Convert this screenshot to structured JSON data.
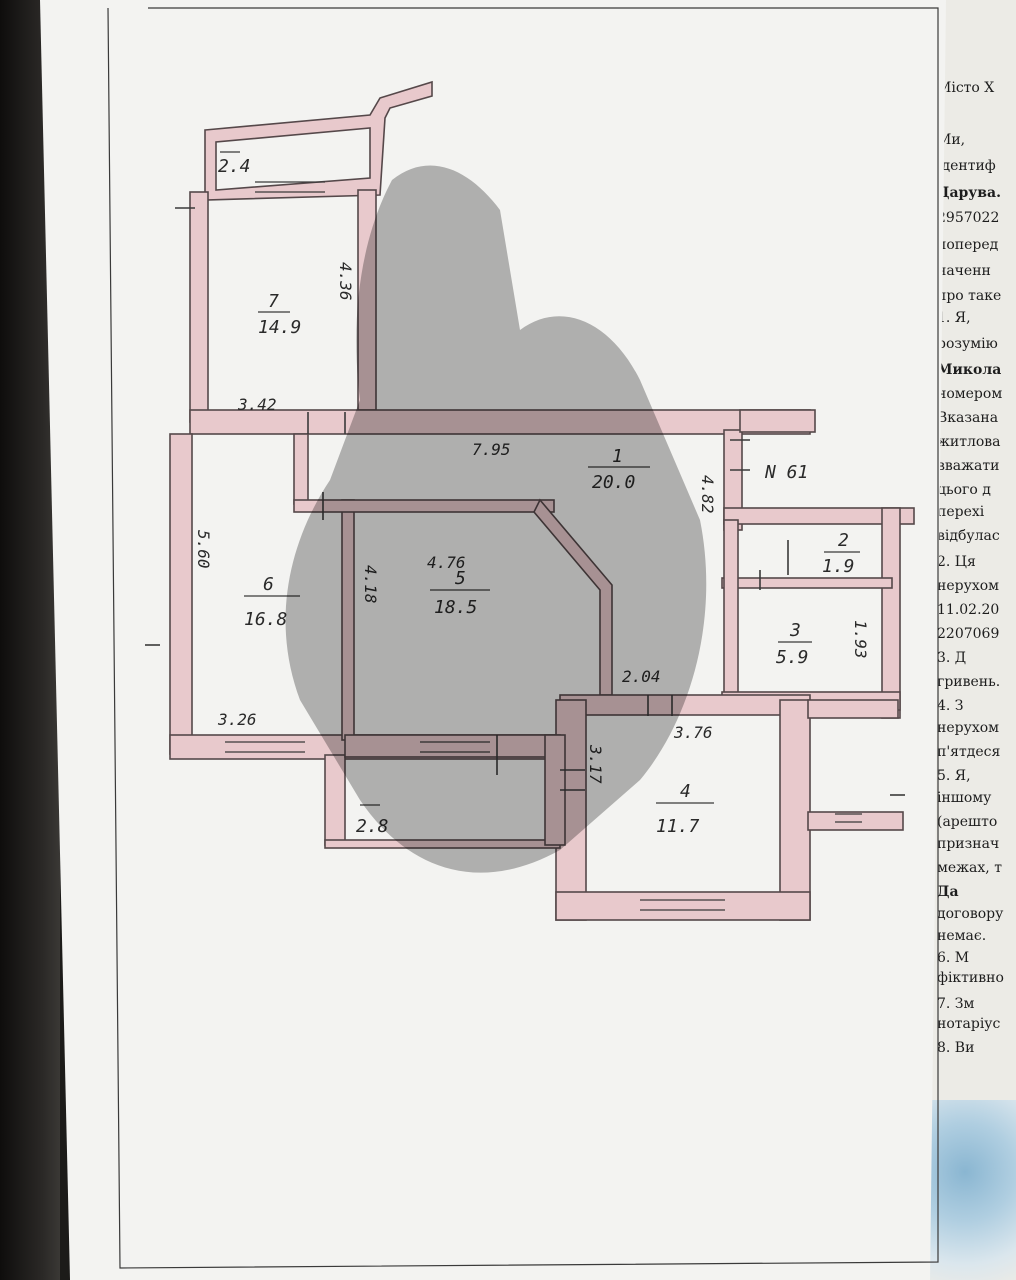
{
  "document": {
    "apartment_number": "N 61"
  },
  "rooms": [
    {
      "number": "1",
      "area": "20.0"
    },
    {
      "number": "2",
      "area": "1.9"
    },
    {
      "number": "3",
      "area": "5.9"
    },
    {
      "number": "4",
      "area": "11.7"
    },
    {
      "number": "5",
      "area": "18.5"
    },
    {
      "number": "6",
      "area": "16.8"
    },
    {
      "number": "7",
      "area": "14.9"
    }
  ],
  "balconies": [
    {
      "area": "2.4"
    },
    {
      "area": "2.8"
    }
  ],
  "dimensions": {
    "room7_height": "4.36",
    "room7_width": "3.42",
    "corridor_length": "7.95",
    "room1_height": "4.82",
    "room6_height": "5.60",
    "room6_width": "3.26",
    "room5_height": "4.18",
    "room5_width": "4.76",
    "room3_height": "1.93",
    "opening_width": "2.04",
    "room4_width": "3.76",
    "room4_height": "3.17"
  },
  "right_document_lines": [
    {
      "text": "Місто Х",
      "bold": false
    },
    {
      "text": "Ми,",
      "bold": false
    },
    {
      "text": "ідентиф",
      "bold": false
    },
    {
      "text": "Дарува.",
      "bold": true
    },
    {
      "text": "2957022",
      "bold": false
    },
    {
      "text": "поперед",
      "bold": false
    },
    {
      "text": "наченн",
      "bold": false
    },
    {
      "text": "про таке",
      "bold": false
    },
    {
      "text": "1. Я,",
      "bold": false
    },
    {
      "text": "розумію",
      "bold": false
    },
    {
      "text": "Микола",
      "bold": true
    },
    {
      "text": "номером",
      "bold": false
    },
    {
      "text": "Вказана",
      "bold": false
    },
    {
      "text": "житлова",
      "bold": false
    },
    {
      "text": "вважати",
      "bold": false
    },
    {
      "text": "цього д",
      "bold": false
    },
    {
      "text": "перехі",
      "bold": false
    },
    {
      "text": "відбулас",
      "bold": false
    },
    {
      "text": "2. Ця",
      "bold": false
    },
    {
      "text": "нерухом",
      "bold": false
    },
    {
      "text": "11.02.20",
      "bold": false
    },
    {
      "text": "2207069",
      "bold": false
    },
    {
      "text": "3. Д",
      "bold": false
    },
    {
      "text": "гривень.",
      "bold": false
    },
    {
      "text": "4. З",
      "bold": false
    },
    {
      "text": "нерухом",
      "bold": false
    },
    {
      "text": "п'ятдеся",
      "bold": false
    },
    {
      "text": "5. Я,",
      "bold": false
    },
    {
      "text": "іншому",
      "bold": false
    },
    {
      "text": "(арешто",
      "bold": false
    },
    {
      "text": "признач",
      "bold": false
    },
    {
      "text": "межах, т",
      "bold": false
    },
    {
      "text": "Да",
      "bold": true
    },
    {
      "text": "договору",
      "bold": false
    },
    {
      "text": "немає.",
      "bold": false
    },
    {
      "text": "6. М",
      "bold": false
    },
    {
      "text": "фіктивно",
      "bold": false
    },
    {
      "text": "7. Зм",
      "bold": false
    },
    {
      "text": "нотаріус",
      "bold": false
    },
    {
      "text": "8. Ви",
      "bold": false
    }
  ]
}
